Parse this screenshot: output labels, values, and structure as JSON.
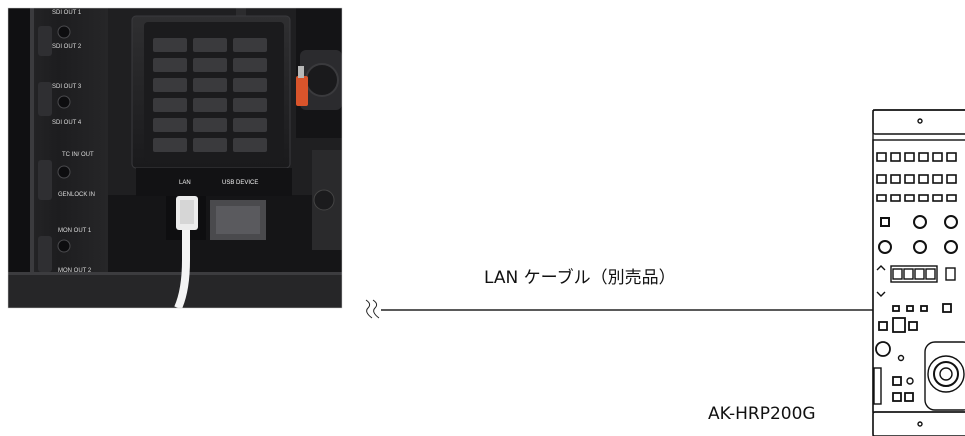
{
  "photo": {
    "description_icon": "camera-rear-connector-photo",
    "connectors": [
      "SDI OUT 1",
      "SDI OUT 2",
      "SDI OUT 3",
      "SDI OUT 4",
      "TC IN/ OUT",
      "GENLOCK IN",
      "MON OUT 1",
      "MON OUT 2"
    ],
    "ports": {
      "lan": "LAN",
      "usb": "USB DEVICE"
    }
  },
  "cable": {
    "label": "LAN ケーブル（別売品）",
    "break_icon": "cable-break-icon"
  },
  "device": {
    "model": "AK-HRP200G",
    "icon": "rop-panel-icon"
  },
  "colors": {
    "line": "#222222",
    "panel_outline": "#111111",
    "photo_dark": "#1c1c1e",
    "grille": "#3a3a3d",
    "cable_white": "#f4f4f4",
    "latch_orange": "#d9542b"
  }
}
